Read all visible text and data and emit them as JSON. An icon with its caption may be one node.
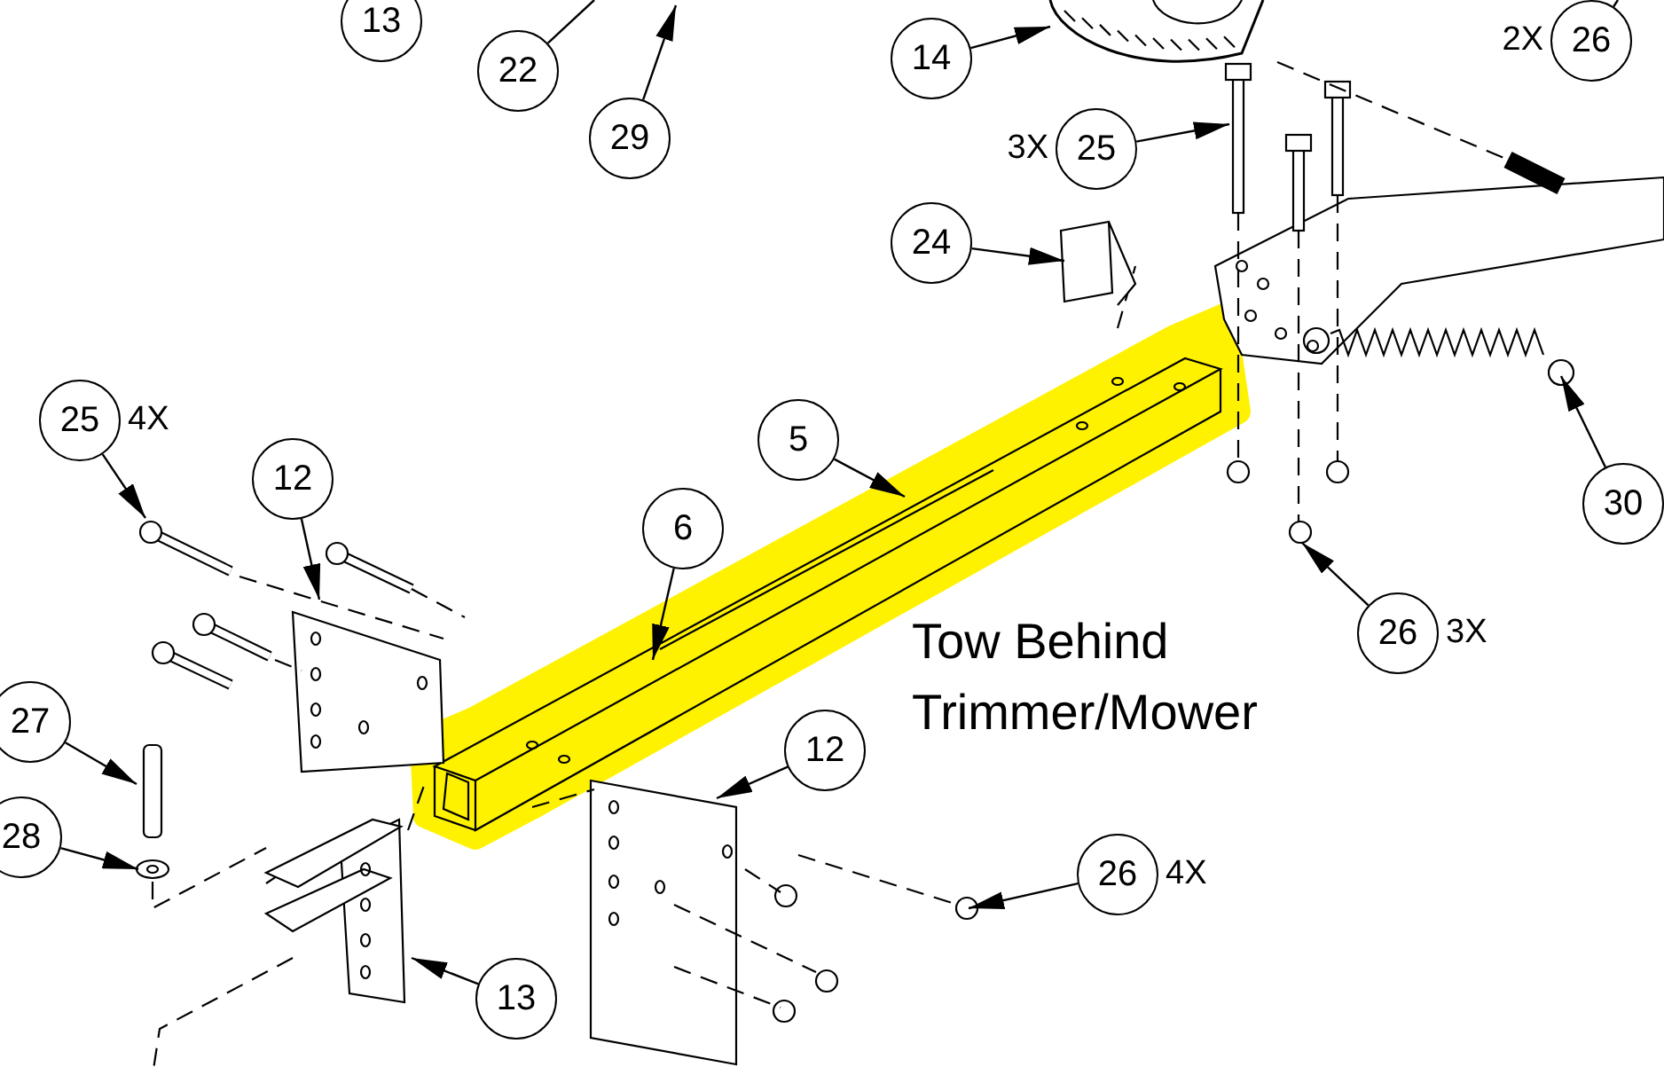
{
  "diagram": {
    "nodes": [
      {
        "text": [
          "13"
        ]
      },
      {
        "text": [
          "22"
        ]
      },
      {
        "text": [
          "29"
        ]
      },
      {
        "text": [
          "14"
        ]
      },
      {
        "text": [
          "26"
        ],
        "beside": [
          "2X"
        ]
      },
      {
        "text": [
          "25"
        ],
        "beside": [
          "3X"
        ]
      },
      {
        "text": [
          "24"
        ]
      },
      {
        "text": [
          "5"
        ]
      },
      {
        "text": [
          "25"
        ],
        "beside": [
          "4X"
        ]
      },
      {
        "text": [
          "12"
        ]
      },
      {
        "text": [
          "30"
        ]
      },
      {
        "text": [
          "6"
        ]
      },
      {
        "text": [
          "26"
        ],
        "beside": [
          "3X"
        ]
      },
      {
        "text": [
          "27"
        ]
      },
      {
        "text": [
          "12"
        ]
      },
      {
        "text": [
          "28"
        ]
      },
      {
        "text": [
          "26"
        ],
        "beside": [
          "4X"
        ]
      },
      {
        "text": [
          "13"
        ]
      }
    ],
    "edges": [
      {
        "from": 1,
        "to": null,
        "arrow": "none"
      },
      {
        "from": 2,
        "to": null,
        "arrow": "to"
      },
      {
        "from": 3,
        "to": null,
        "arrow": "to"
      },
      {
        "from": 4,
        "to": null,
        "arrow": "none"
      },
      {
        "from": 5,
        "to": null,
        "arrow": "to"
      },
      {
        "from": 6,
        "to": null,
        "arrow": "to"
      },
      {
        "from": 7,
        "to": null,
        "arrow": "to"
      },
      {
        "from": 8,
        "to": null,
        "arrow": "to"
      },
      {
        "from": 9,
        "to": null,
        "arrow": "to"
      },
      {
        "from": 10,
        "to": null,
        "arrow": "to"
      },
      {
        "from": 11,
        "to": null,
        "arrow": "to"
      },
      {
        "from": 12,
        "to": null,
        "arrow": "to"
      },
      {
        "from": 13,
        "to": null,
        "arrow": "to"
      },
      {
        "from": 14,
        "to": null,
        "arrow": "to"
      },
      {
        "from": 15,
        "to": null,
        "arrow": "to"
      },
      {
        "from": 16,
        "to": null,
        "arrow": "to"
      },
      {
        "from": 17,
        "to": null,
        "arrow": "to"
      }
    ],
    "labels": [
      "Tow Behind Trimmer/Mower"
    ]
  }
}
